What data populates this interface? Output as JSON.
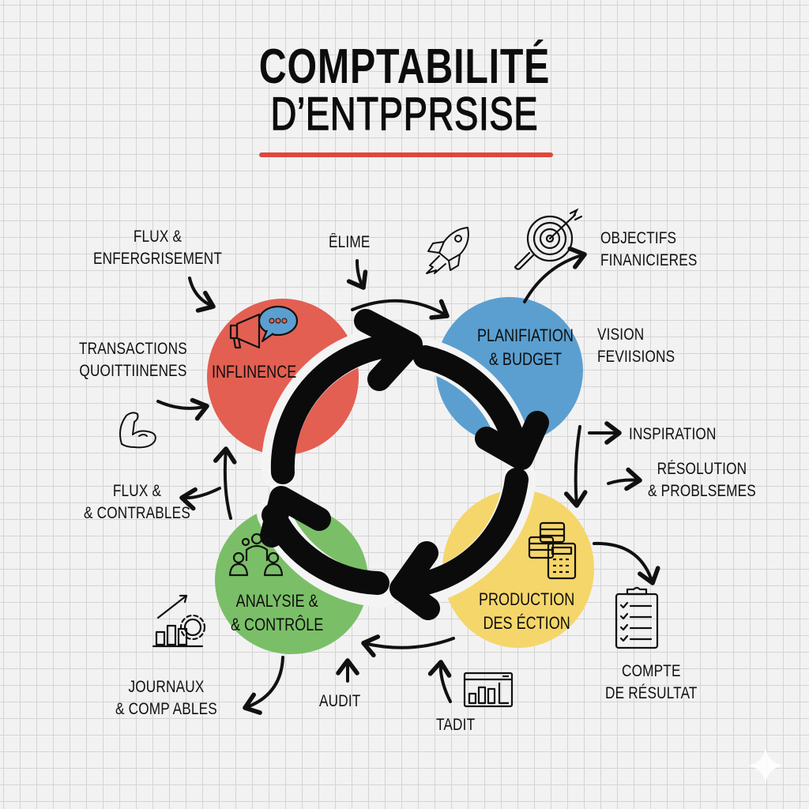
{
  "title": {
    "line1": "COMPTABILITÉ",
    "line2": "D’ENTPPRSISE",
    "underline_color": "#e2453c"
  },
  "cycle": {
    "nodes": [
      {
        "id": "influence",
        "label_lines": [
          "INFLINENCE"
        ],
        "color": "#e35f52",
        "icon": "megaphone-speech-bubble-icon"
      },
      {
        "id": "planification",
        "label_lines": [
          "PLANIFIATION",
          "& BUDGET"
        ],
        "color": "#5b9fd0",
        "icon": "none"
      },
      {
        "id": "production",
        "label_lines": [
          "PRODUCTION",
          "DES ÉCTION"
        ],
        "color": "#f5d66a",
        "icon": "money-stack-calculator-icon"
      },
      {
        "id": "analyse",
        "label_lines": [
          "ANALYSIE &",
          "& CONTRÔLE"
        ],
        "color": "#7abf67",
        "icon": "team-group-icon"
      }
    ],
    "center_arrows": "clockwise-cycle-arrows"
  },
  "annotations": [
    {
      "id": "flux-enregistrement",
      "lines": [
        "FLUX &",
        "ENFERGRISEMENT"
      ]
    },
    {
      "id": "blime",
      "lines": [
        "ÊLIME"
      ]
    },
    {
      "id": "objectifs",
      "lines": [
        "OBJECTIFS",
        "FINANICIERES"
      ],
      "icon": "target-magnifier-icon"
    },
    {
      "id": "vision",
      "lines": [
        "VISION",
        "FEVIISIONS"
      ]
    },
    {
      "id": "transactions",
      "lines": [
        "TRANSACTIONS",
        "QUOITTIINENES"
      ]
    },
    {
      "id": "flux-contrables",
      "lines": [
        "FLUX &",
        "& CONTRABLES"
      ]
    },
    {
      "id": "inspiration",
      "lines": [
        "INSPIRATION"
      ]
    },
    {
      "id": "resolution",
      "lines": [
        "RÉSOLUTION",
        "& PROBLSEMES"
      ]
    },
    {
      "id": "compte-resultat",
      "lines": [
        "COMPTE",
        "DE RÉSULTAT"
      ],
      "icon": "clipboard-checklist-icon"
    },
    {
      "id": "journaux",
      "lines": [
        "JOURNAUX",
        "& COMP ABLES"
      ],
      "icon": "chart-growth-gear-icon"
    },
    {
      "id": "audit",
      "lines": [
        "AUDIT"
      ]
    },
    {
      "id": "tadit",
      "lines": [
        "TADIT"
      ],
      "icon": "dashboard-bar-chart-icon"
    }
  ],
  "decorations": {
    "rocket": "rocket-icon",
    "muscle": "flexed-arm-icon",
    "sparkle": "sparkle-icon"
  }
}
